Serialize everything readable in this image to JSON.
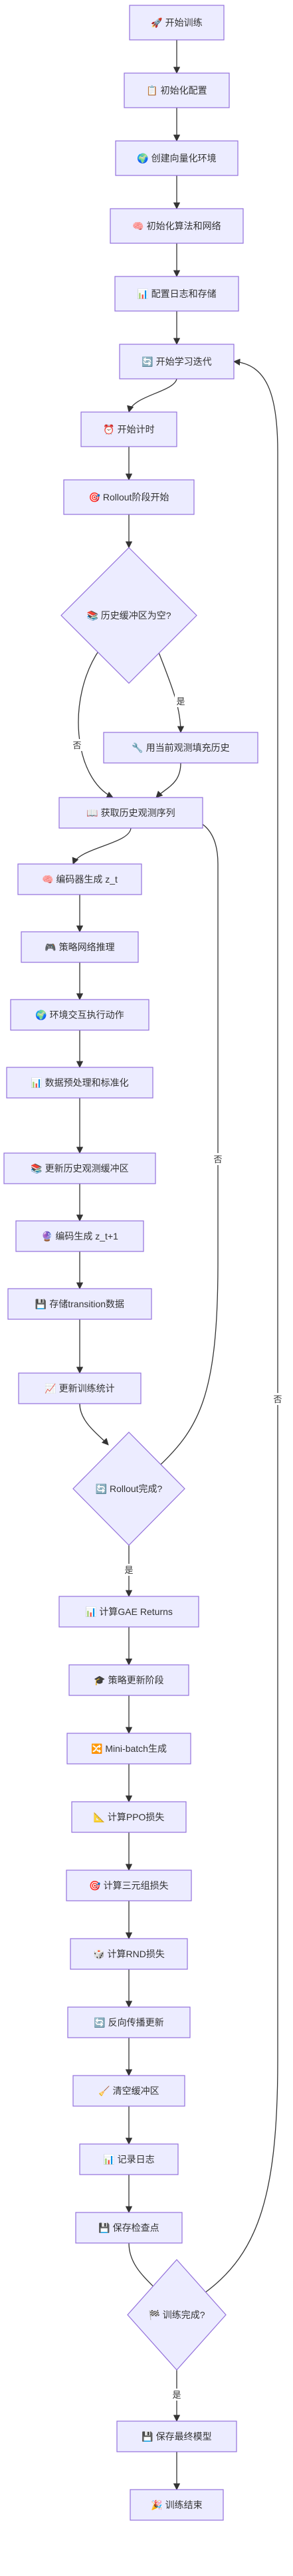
{
  "nodes": {
    "start": "🚀 开始训练",
    "init_config": "📋 初始化配置",
    "create_env": "🌍 创建向量化环境",
    "init_algo": "🧠 初始化算法和网络",
    "config_log": "📊 配置日志和存储",
    "loop_start": "🔄 开始学习迭代",
    "start_timer": "⏰ 开始计时",
    "rollout_start": "🎯 Rollout阶段开始",
    "history_empty": "📚 历史缓冲区为空?",
    "fill_history": "🔧 用当前观测填充历史",
    "get_history": "📖 获取历史观测序列",
    "encode_z": "🧠 编码器生成 z_t",
    "policy_infer": "🎮 策略网络推理",
    "env_step": "🌍 环境交互执行动作",
    "preprocess": "📊 数据预处理和标准化",
    "update_history": "📚 更新历史观测缓冲区",
    "encode_z1": "🔮 编码生成 z_t+1",
    "store_transition": "💾 存储transition数据",
    "update_stats": "📈 更新训练统计",
    "rollout_done": "🔄 Rollout完成?",
    "compute_gae": "📊 计算GAE Returns",
    "policy_update": "🎓 策略更新阶段",
    "minibatch": "🔀 Mini-batch生成",
    "ppo_loss": "📐 计算PPO损失",
    "triplet_loss": "🎯 计算三元组损失",
    "rnd_loss": "🎲 计算RND损失",
    "backprop": "🔄 反向传播更新",
    "clear_buffer": "🧹 清空缓冲区",
    "record_log": "📊 记录日志",
    "save_ckpt": "💾 保存检查点",
    "train_done": "🏁 训练完成?",
    "save_final": "💾 保存最终模型",
    "end": "🎉 训练结束"
  },
  "edge_labels": {
    "yes": "是",
    "no": "否"
  }
}
